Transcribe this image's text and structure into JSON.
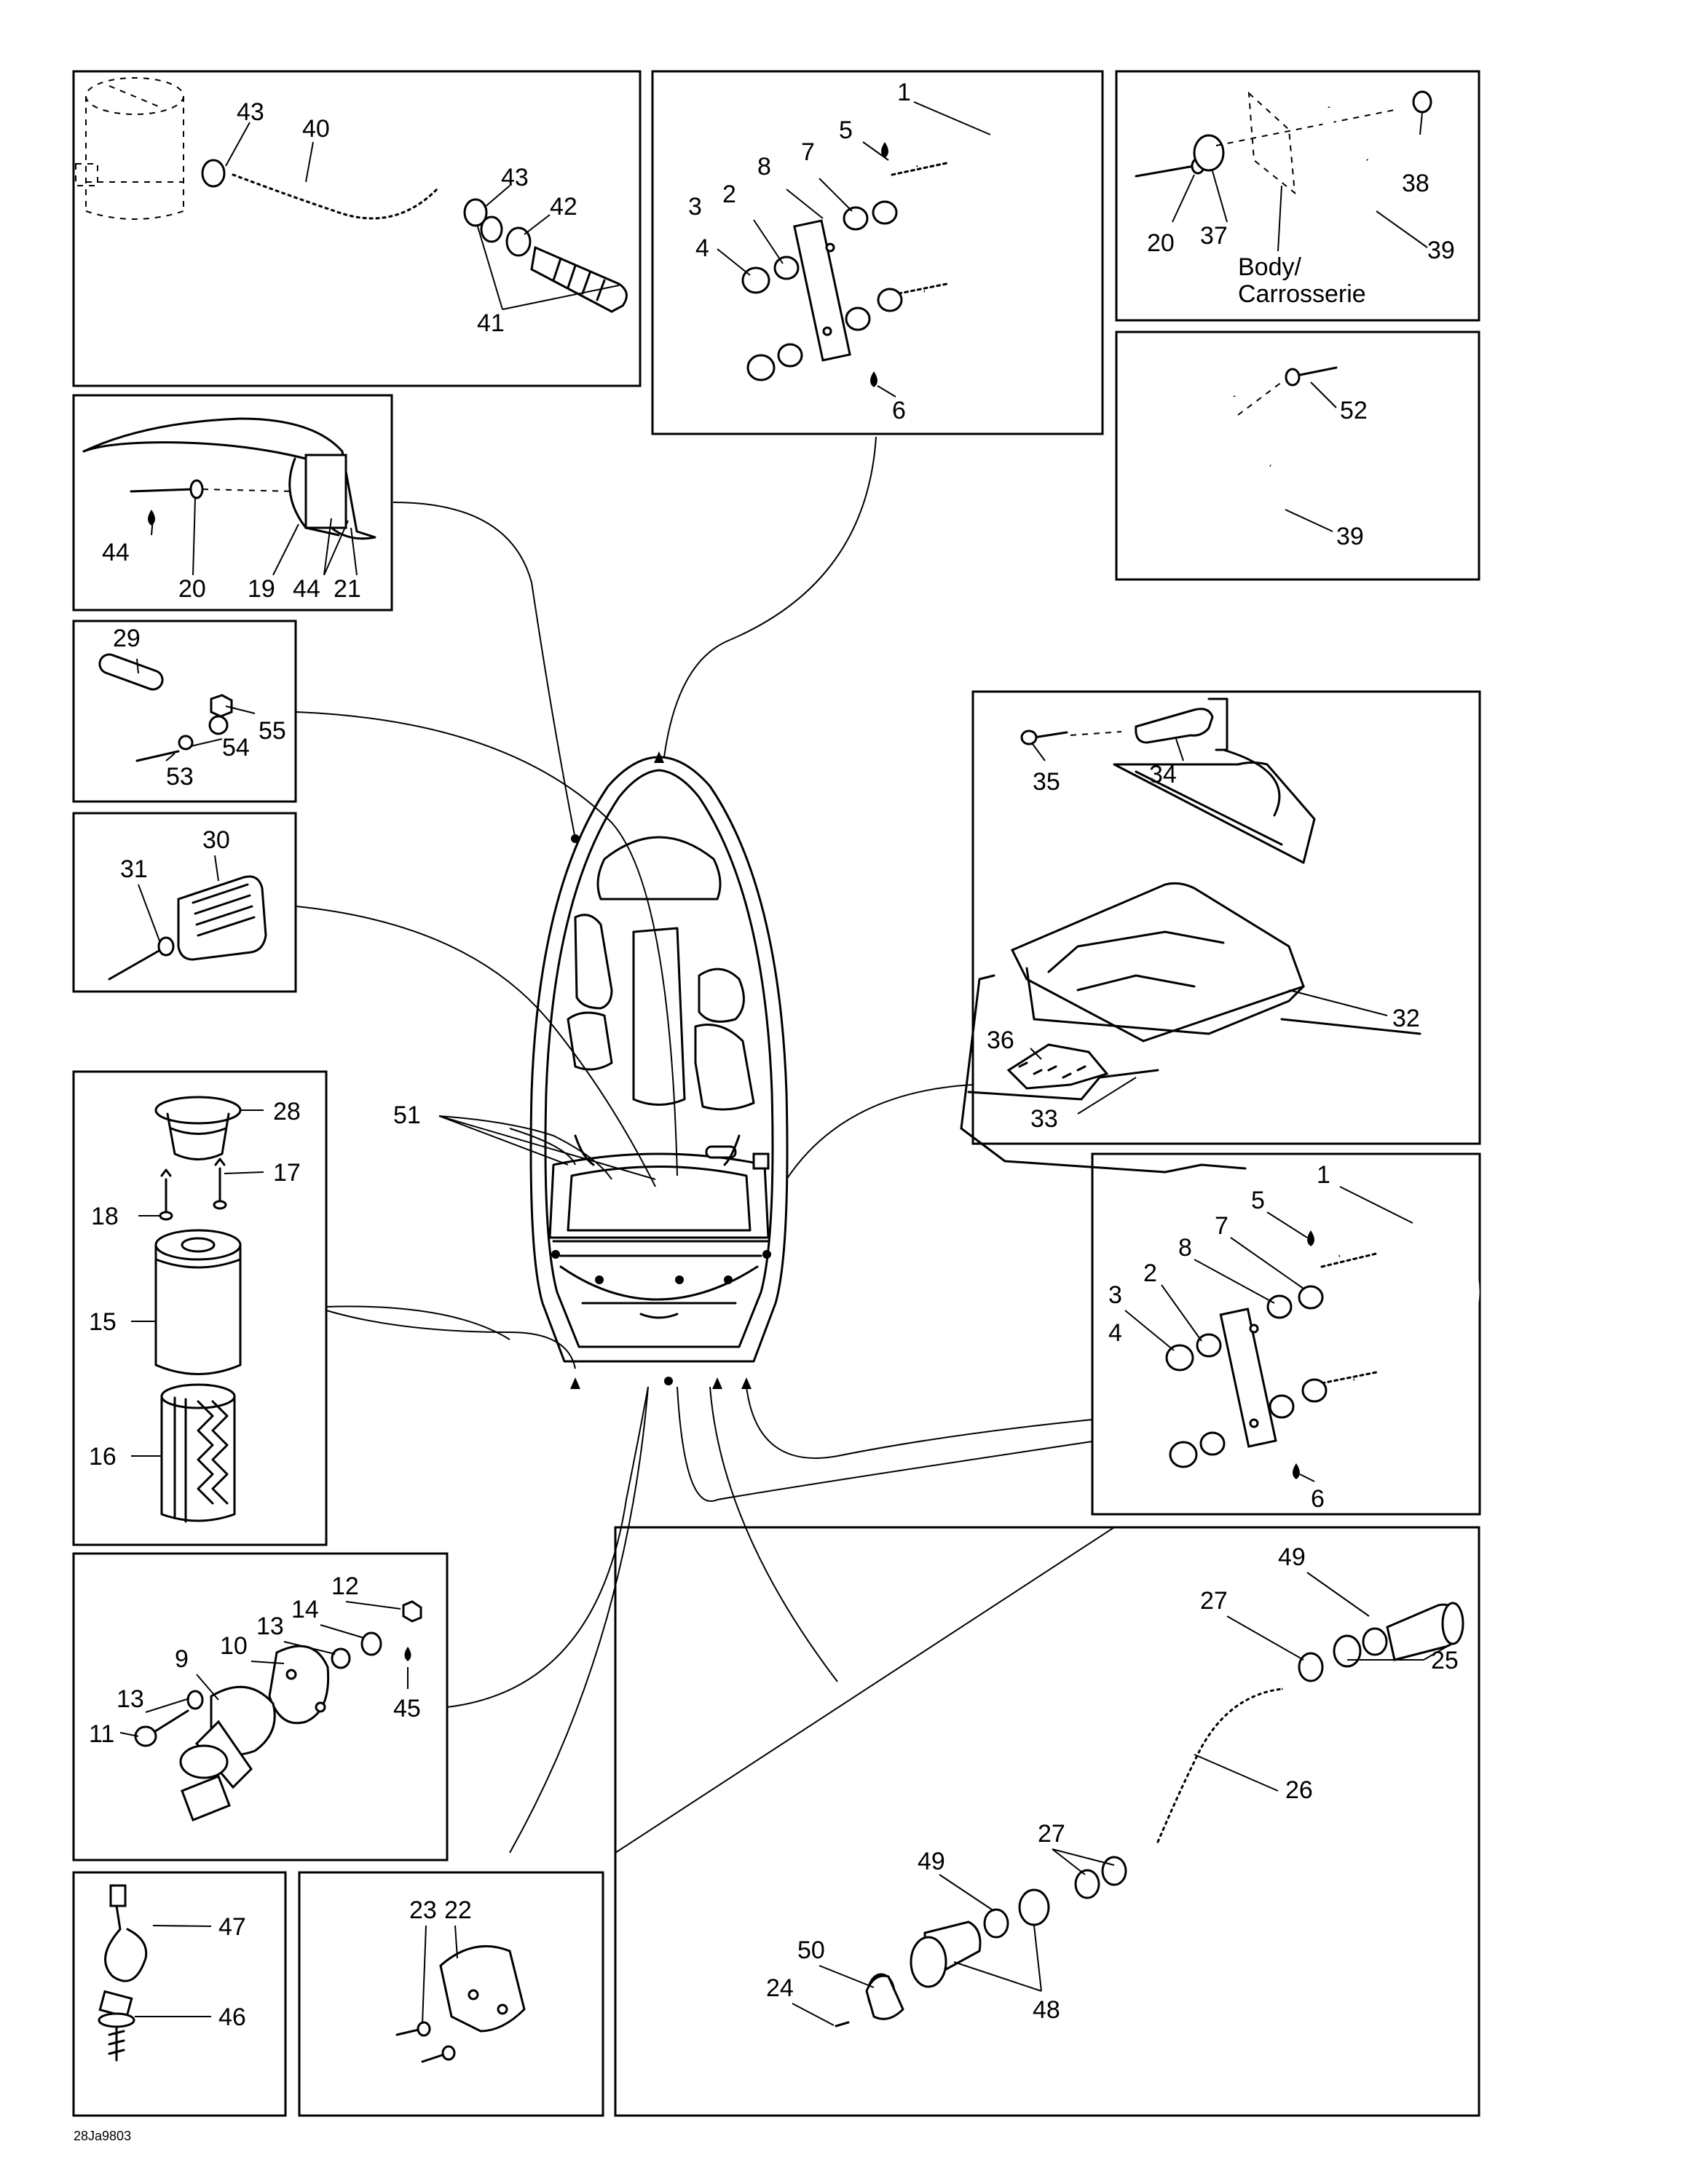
{
  "figure_code": "28Ja9803",
  "body_label_line1": "Body/",
  "body_label_line2": "Carrosserie",
  "callouts": {
    "n1": "1",
    "n2": "2",
    "n3": "3",
    "n4": "4",
    "n5": "5",
    "n6": "6",
    "n7": "7",
    "n8": "8",
    "n9": "9",
    "n10": "10",
    "n11": "11",
    "n12": "12",
    "n13": "13",
    "n14": "14",
    "n15": "15",
    "n16": "16",
    "n17": "17",
    "n18": "18",
    "n19": "19",
    "n20": "20",
    "n21": "21",
    "n22": "22",
    "n23": "23",
    "n24": "24",
    "n25": "25",
    "n26": "26",
    "n27": "27",
    "n28": "28",
    "n29": "29",
    "n30": "30",
    "n31": "31",
    "n32": "32",
    "n33": "33",
    "n34": "34",
    "n35": "35",
    "n36": "36",
    "n37": "37",
    "n38": "38",
    "n39": "39",
    "n40": "40",
    "n41": "41",
    "n42": "42",
    "n43": "43",
    "n44": "44",
    "n45": "45",
    "n46": "46",
    "n47": "47",
    "n48": "48",
    "n49": "49",
    "n50": "50",
    "n51": "51",
    "n52": "52",
    "n53": "53",
    "n54": "54",
    "n55": "55"
  }
}
